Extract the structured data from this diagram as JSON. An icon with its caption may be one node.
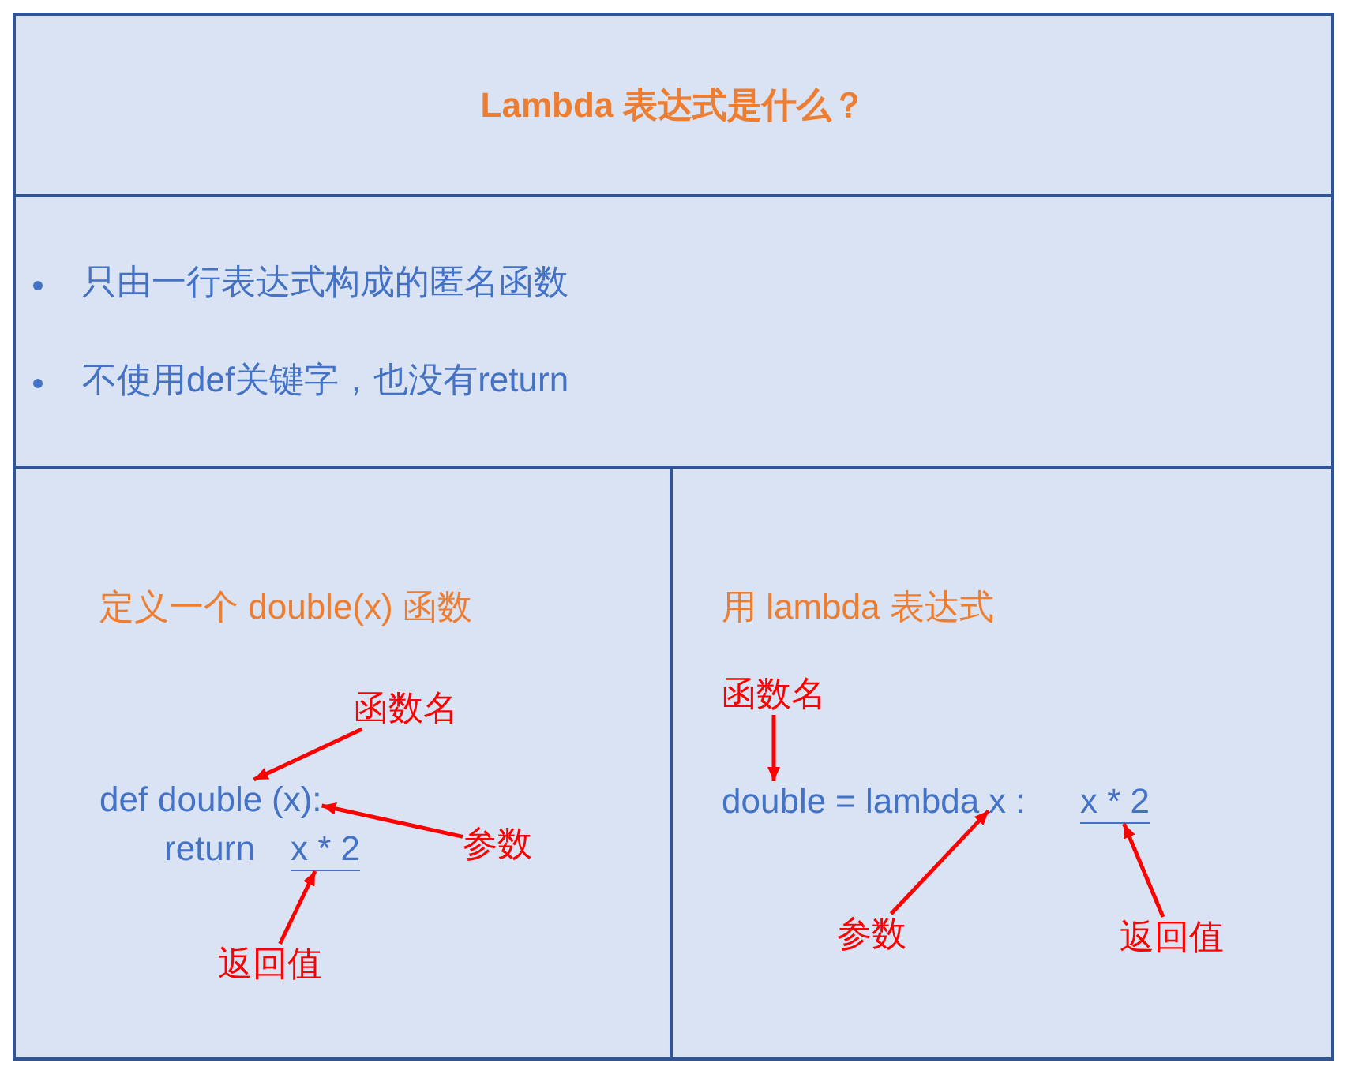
{
  "diagram": {
    "nodes": [
      {
        "text": [
          "Lambda 表达式是什么？"
        ]
      },
      {
        "text": [
          "只由一行表达式构成的匿名函数",
          "不使用def关键字，也没有return"
        ]
      },
      {
        "text": [
          "定义一个 double(x) 函数"
        ]
      },
      {
        "text": [
          "用 lambda 表达式"
        ]
      },
      {
        "text": [
          "函数名"
        ],
        "in": 2
      },
      {
        "text": [
          "参数"
        ],
        "in": 2
      },
      {
        "text": [
          "返回值"
        ],
        "in": 2
      },
      {
        "text": [
          "函数名"
        ],
        "in": 3
      },
      {
        "text": [
          "参数"
        ],
        "in": 3
      },
      {
        "text": [
          "返回值"
        ],
        "in": 3
      },
      {
        "text": [
          "double"
        ],
        "in": 2
      },
      {
        "text": [
          "(x):"
        ],
        "in": 2
      },
      {
        "text": [
          "x * 2"
        ],
        "in": 2
      },
      {
        "text": [
          "double"
        ],
        "in": 3
      },
      {
        "text": [
          "x"
        ],
        "in": 3
      },
      {
        "text": [
          "x * 2"
        ],
        "in": 3
      }
    ],
    "edges": [
      {
        "from": 4,
        "to": 10,
        "arrow": "to"
      },
      {
        "from": 5,
        "to": 11,
        "arrow": "to"
      },
      {
        "from": 6,
        "to": 12,
        "arrow": "to"
      },
      {
        "from": 7,
        "to": 13,
        "arrow": "to"
      },
      {
        "from": 8,
        "to": 14,
        "arrow": "to"
      },
      {
        "from": 9,
        "to": 15,
        "arrow": "to"
      }
    ],
    "labels": [
      "def",
      "return",
      "= lambda",
      ":"
    ]
  }
}
